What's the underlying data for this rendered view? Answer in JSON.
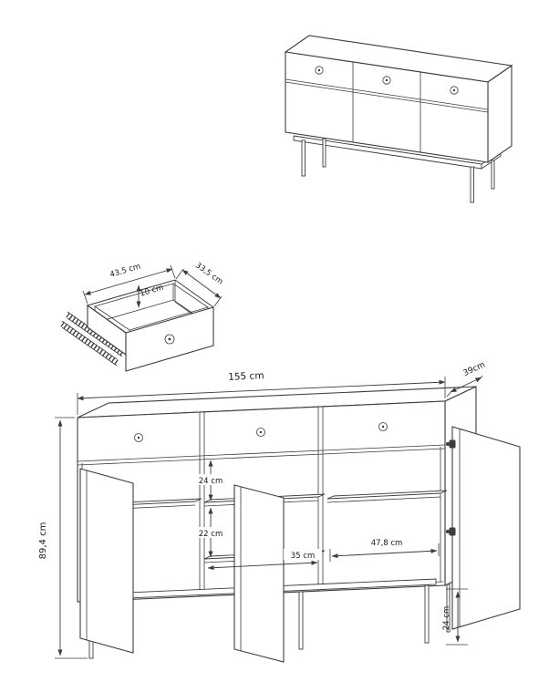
{
  "figure": {
    "type": "furniture-technical-drawing",
    "background": "#ffffff",
    "line_color": "#3c3c3c",
    "text_color": "#161616"
  },
  "overall": {
    "width_label": "155 cm",
    "depth_label": "39cm",
    "height_label": "89,4 cm"
  },
  "interior": {
    "upper_section_height": "24 cm",
    "lower_section_height": "22 cm",
    "middle_section_width": "35 cm",
    "right_section_width": "47,8 cm",
    "legs_height": "24 cm"
  },
  "drawer": {
    "width": "43,5 cm",
    "depth": "33,5 cm",
    "height": "10 cm"
  }
}
